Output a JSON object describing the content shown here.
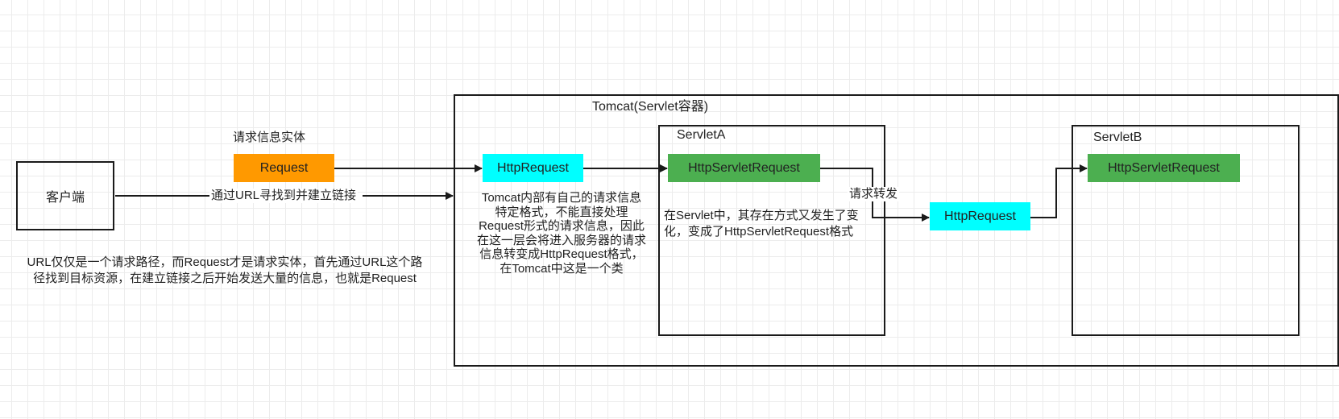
{
  "nodes": {
    "client": "客户端",
    "request": "Request",
    "tomcat_http_request": "HttpRequest",
    "servlet_a_request": "HttpServletRequest",
    "forward_http_request": "HttpRequest",
    "servlet_b_request": "HttpServletRequest"
  },
  "containers": {
    "tomcat": "Tomcat(Servlet容器)",
    "servlet_a": "ServletA",
    "servlet_b": "ServletB"
  },
  "labels": {
    "request_entity": "请求信息实体",
    "url_link": "通过URL寻找到并建立链接",
    "forward": "请求转发"
  },
  "notes": {
    "url_note": [
      "URL仅仅是一个请求路径，而Request才是请求实体，首先通过URL这个路",
      "径找到目标资源，在建立链接之后开始发送大量的信息，也就是Request"
    ],
    "tomcat_note": [
      "Tomcat内部有自己的请求信息",
      "特定格式，不能直接处理",
      "Request形式的请求信息，因此",
      "在这一层会将进入服务器的请求",
      "信息转变成HttpRequest格式，",
      "在Tomcat中这是一个类"
    ],
    "servlet_note": [
      "在Servlet中，其存在方式又发生了变",
      "化，变成了HttpServletRequest格式"
    ]
  },
  "colors": {
    "request": "#ff9900",
    "http_request": "#00ffff",
    "servlet_request": "#4caf50",
    "border": "#1a1a1a"
  }
}
